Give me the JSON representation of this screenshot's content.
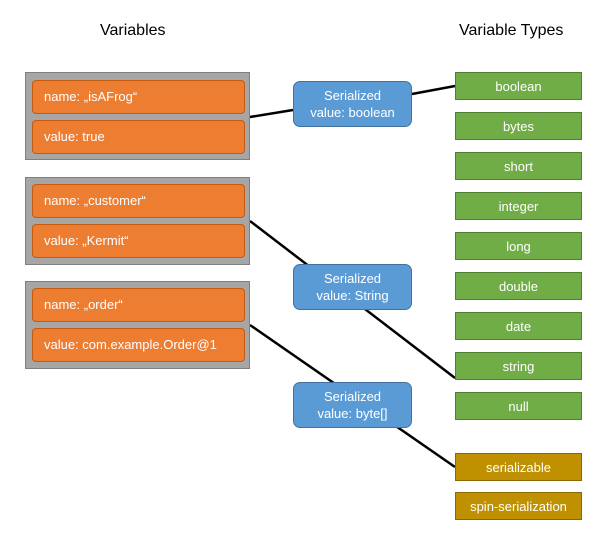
{
  "headings": {
    "variables": "Variables",
    "variable_types": "Variable Types"
  },
  "variables": [
    {
      "name": "name: „isAFrog“",
      "value": "value: true"
    },
    {
      "name": "name: „customer“",
      "value": "value: „Kermit“"
    },
    {
      "name": "name: „order“",
      "value": "value: com.example.Order@1"
    }
  ],
  "serialized": [
    {
      "line1": "Serialized",
      "line2": "value: boolean"
    },
    {
      "line1": "Serialized",
      "line2": "value: String"
    },
    {
      "line1": "Serialized",
      "line2": "value: byte[]"
    }
  ],
  "types": [
    {
      "label": "boolean",
      "color": "#70ad47"
    },
    {
      "label": "bytes",
      "color": "#70ad47"
    },
    {
      "label": "short",
      "color": "#70ad47"
    },
    {
      "label": "integer",
      "color": "#70ad47"
    },
    {
      "label": "long",
      "color": "#70ad47"
    },
    {
      "label": "double",
      "color": "#70ad47"
    },
    {
      "label": "date",
      "color": "#70ad47"
    },
    {
      "label": "string",
      "color": "#70ad47"
    },
    {
      "label": "null",
      "color": "#70ad47"
    },
    {
      "label": "serializable",
      "color": "#bf9000"
    },
    {
      "label": "spin-serialization",
      "color": "#bf9000"
    }
  ],
  "colors": {
    "variable_field": "#ed7d31",
    "variable_group": "#a6a6a6",
    "serialized_box": "#5b9bd5",
    "primitive_type": "#70ad47",
    "object_type": "#bf9000"
  }
}
